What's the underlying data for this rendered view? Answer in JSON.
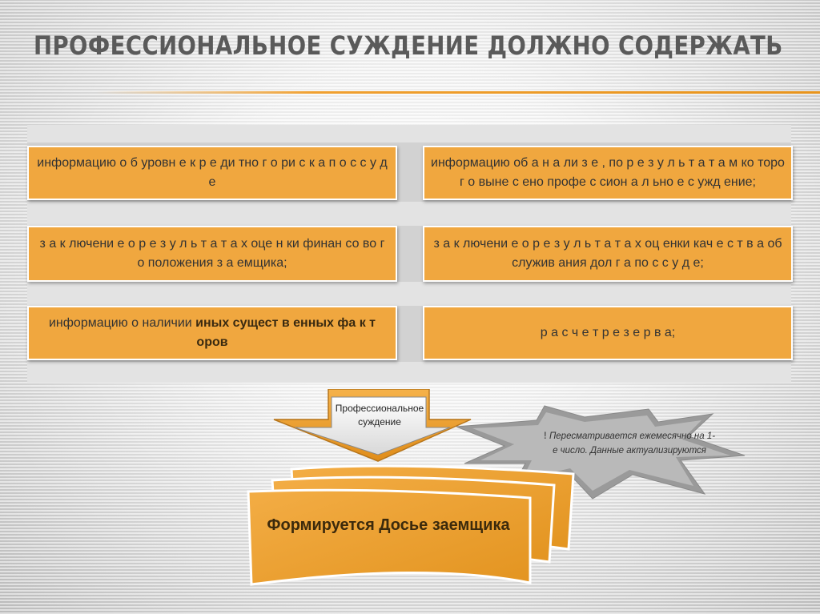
{
  "title": "ПРОФЕССИОНАЛЬНОЕ СУЖДЕНИЕ ДОЛЖНО СОДЕРЖАТЬ",
  "boxes": {
    "b1": "информацию о б уровн е к р е ди тно г о ри с к а п о с с у д е",
    "b2": "информацию об а н а ли з е , по р е з у л ь т а т а м ко торо г о выне с ено профе с сион а л ьно е с ужд ение;",
    "b3": "з а к лючени е о р е з у л ь т а т а х оце н ки финан со во г о положения з а емщика;",
    "b4": "з а к лючени е о р е з у л ь т а т а х оц енки кач е с т в а об служив ания дол г а по с с у д е;",
    "b5_plain": "информацию о наличии ",
    "b5_bold": "иных сущест в енных фа к т оров",
    "b6": "р а с ч е т р е з е р в а;"
  },
  "arrow_label": "Профессиональное суждение",
  "note": {
    "mark": "!",
    "text": "Пересматривается ежемесячно на 1-е число. Данные актуализируются"
  },
  "dossier": "Формируется Досье заемщика",
  "colors": {
    "orange": "#f0a73f",
    "accent_line": "#e8941c",
    "panel": "#d2d2d2",
    "title": "#5a5a5a"
  }
}
